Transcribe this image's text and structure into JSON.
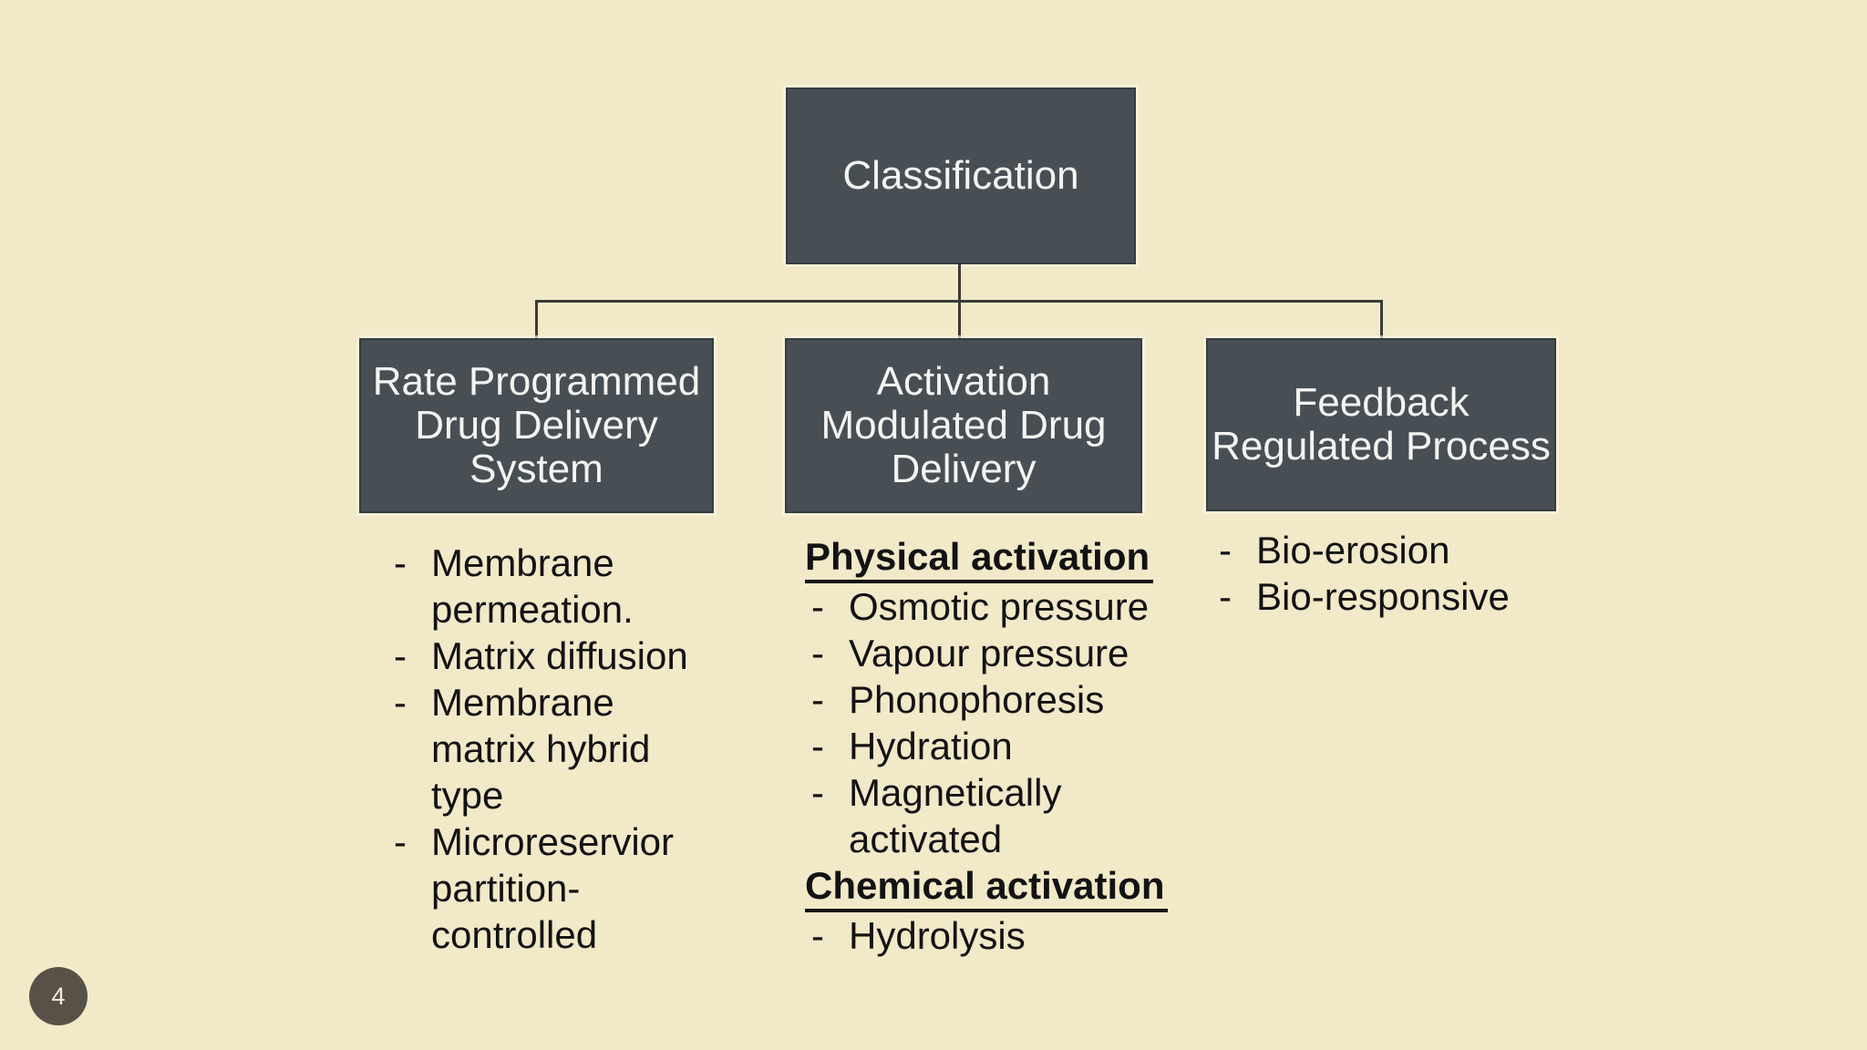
{
  "slide": {
    "page_number": "4",
    "bullet_dash": "-",
    "colors": {
      "background": "#f2e9c9",
      "node_fill": "#474f55",
      "node_border": "#363d42",
      "node_text": "#f4f4f2",
      "connector": "#3a3d33",
      "list_text": "#121212",
      "badge_fill": "#585147"
    }
  },
  "diagram": {
    "root": {
      "title": "Classification"
    },
    "branches": [
      {
        "title": "Rate Programmed\nDrug Delivery\nSystem"
      },
      {
        "title": "Activation\nModulated Drug\nDelivery"
      },
      {
        "title": "Feedback\nRegulated Process"
      }
    ],
    "lists": {
      "rate_programmed": {
        "items": [
          "Membrane permeation.",
          "Matrix diffusion",
          "Membrane matrix hybrid type",
          "Microreservior partition-controlled"
        ]
      },
      "activation_modulated": {
        "sections": [
          {
            "heading": "Physical activation",
            "items": [
              "Osmotic pressure",
              "Vapour pressure",
              "Phonophoresis",
              "Hydration",
              "Magnetically activated"
            ]
          },
          {
            "heading": "Chemical activation",
            "items": [
              "Hydrolysis"
            ]
          }
        ]
      },
      "feedback_regulated": {
        "items": [
          "Bio-erosion",
          "Bio-responsive"
        ]
      }
    }
  }
}
